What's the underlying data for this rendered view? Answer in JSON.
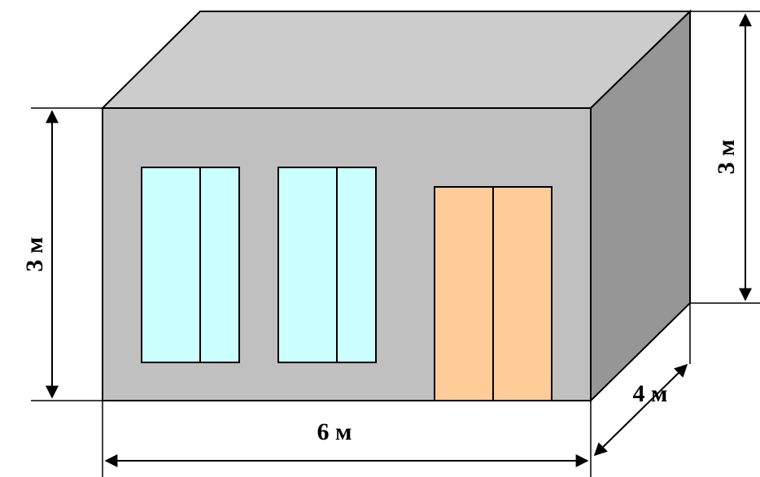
{
  "colors": {
    "front_wall": "#C0C0C0",
    "roof": "#CCCCCC",
    "side_wall": "#969696",
    "window_glass": "#CCFFFF",
    "door": "#FFCC99",
    "outline": "#000000",
    "background": "#FFFFFF"
  },
  "dimensions": {
    "front_height": "3 м",
    "side_height": "3 м",
    "width": "6 м",
    "depth": "4 м"
  },
  "parts": {
    "windows": 2,
    "doors": 1
  }
}
